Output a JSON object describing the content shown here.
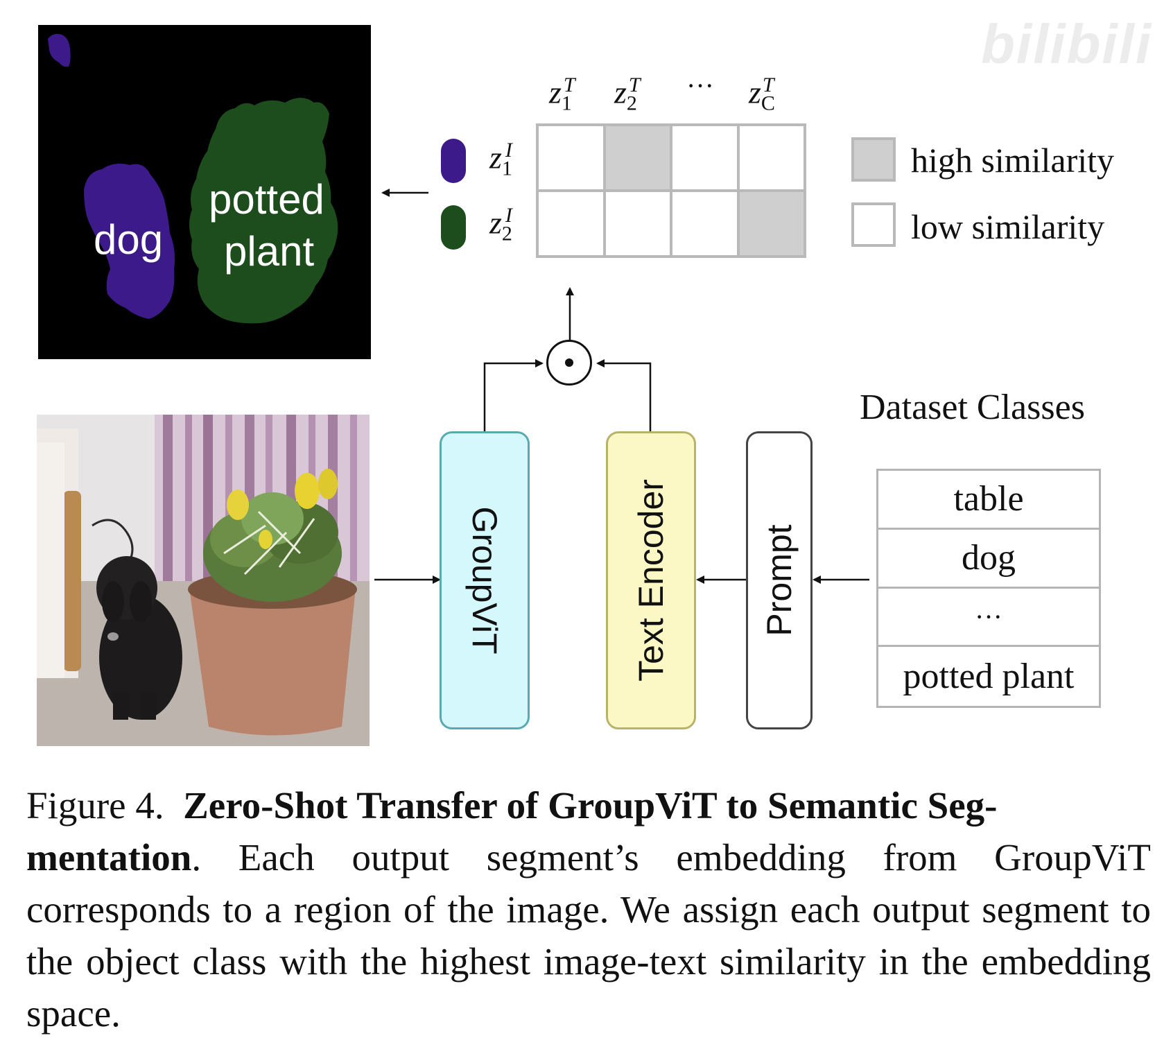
{
  "segmentation": {
    "labels": [
      "dog",
      "potted",
      "plant"
    ],
    "colors": {
      "background": "#000000",
      "dog": "#3c1a8a",
      "plant": "#1d4d1c"
    }
  },
  "matrix": {
    "col_headers": [
      {
        "base": "z",
        "sub": "1",
        "sup": "T"
      },
      {
        "base": "z",
        "sub": "2",
        "sup": "T"
      },
      {
        "ellipsis": "···"
      },
      {
        "base": "z",
        "sub": "C",
        "sup": "T"
      }
    ],
    "row_headers": [
      {
        "base": "z",
        "sub": "1",
        "sup": "I",
        "color": "#3c1a8a"
      },
      {
        "base": "z",
        "sub": "2",
        "sup": "I",
        "color": "#1d4d1c"
      }
    ],
    "high_cells": [
      [
        0,
        1
      ],
      [
        1,
        3
      ]
    ]
  },
  "legend": [
    {
      "label": "high similarity",
      "color": "#cfcfcf"
    },
    {
      "label": "low similarity",
      "color": "#ffffff"
    }
  ],
  "blocks": {
    "groupvit": {
      "label": "GroupViT",
      "color": "#d4f8fb"
    },
    "text_encoder": {
      "label": "Text Encoder",
      "color": "#fbf8c6"
    },
    "prompt": {
      "label": "Prompt",
      "color": "#ffffff"
    }
  },
  "dataset": {
    "title": "Dataset Classes",
    "classes": [
      "table",
      "dog",
      "···",
      "potted plant"
    ]
  },
  "operator": "⊙",
  "caption": {
    "prefix": "Figure 4.",
    "bold": "Zero-Shot Transfer of GroupViT to Semantic Segmentation",
    "bold_split": [
      "Zero-Shot Transfer of GroupViT to Semantic Seg-",
      "mentation"
    ],
    "body": ". Each output segment’s embedding from GroupViT corresponds to a region of the image. We assign each output segment to the object class with the highest image-text similarity in the embedding space."
  },
  "watermark": "bilibili"
}
